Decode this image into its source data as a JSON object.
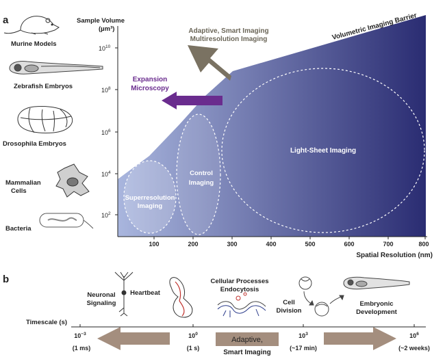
{
  "panel_a": {
    "label": "a",
    "y_axis_title_line1": "Sample Volume",
    "y_axis_title_line2": "(µm³)",
    "y_ticks": [
      {
        "base": "10",
        "exp": "10"
      },
      {
        "base": "10",
        "exp": "8"
      },
      {
        "base": "10",
        "exp": "6"
      },
      {
        "base": "10",
        "exp": "4"
      },
      {
        "base": "10",
        "exp": "2"
      }
    ],
    "x_ticks": [
      "100",
      "200",
      "300",
      "400",
      "500",
      "600",
      "700",
      "800"
    ],
    "x_axis_title": "Spatial Resolution (nm)",
    "barrier_label": "Volumetric Imaging Barrier",
    "adaptive_label_line1": "Adaptive, Smart Imaging",
    "adaptive_label_line2": "Multiresolution Imaging",
    "expansion_label_line1": "Expansion",
    "expansion_label_line2": "Microscopy",
    "regions": {
      "superres_line1": "Superresolution",
      "superres_line2": "Imaging",
      "control_line1": "Control",
      "control_line2": "Imaging",
      "lightsheet": "Light-Sheet Imaging"
    },
    "organisms": [
      "Murine Models",
      "Zebrafish Embryos",
      "Drosophila Embryos",
      "Mammalian",
      "Cells",
      "Bacteria"
    ],
    "colors": {
      "gradient_light": "#a9b6de",
      "gradient_dark": "#2a2c72",
      "expansion_arrow": "#6a2c8e",
      "adaptive_arrow": "#7a7262"
    }
  },
  "panel_b": {
    "label": "b",
    "timescale_label": "Timescale (s)",
    "ticks": [
      {
        "base": "10",
        "exp": "−3",
        "sub": "(1 ms)"
      },
      {
        "base": "10",
        "exp": "0",
        "sub": "(1 s)"
      },
      {
        "base": "10",
        "exp": "3",
        "sub": "(~17 min)"
      },
      {
        "base": "10",
        "exp": "6",
        "sub": "(~2 weeks)"
      }
    ],
    "adaptive_line1": "Adaptive,",
    "adaptive_line2": "Smart Imaging",
    "processes": {
      "neuronal_line1": "Neuronal",
      "neuronal_line2": "Signaling",
      "heartbeat": "Heartbeat",
      "cellular_line1": "Cellular Processes",
      "cellular_line2": "Endocytosis",
      "division_line1": "Cell",
      "division_line2": "Division",
      "embryonic_line1": "Embryonic",
      "embryonic_line2": "Development"
    },
    "colors": {
      "arrow": "#a48e7e"
    }
  }
}
